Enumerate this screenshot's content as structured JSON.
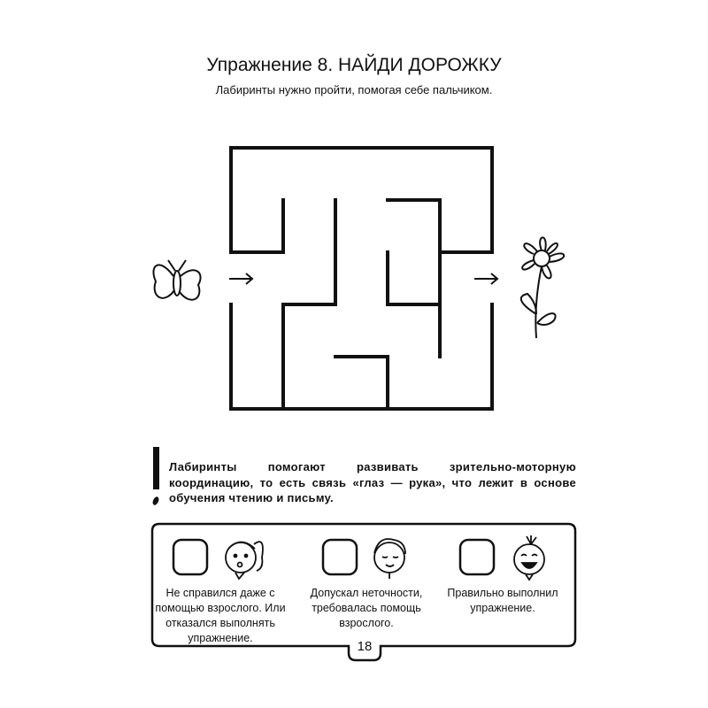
{
  "header": {
    "title": "Упражнение 8. НАЙДИ ДОРОЖКУ",
    "subtitle": "Лабиринты нужно пройти, помогая себе пальчиком."
  },
  "maze": {
    "start_icon": "butterfly",
    "finish_icon": "flower"
  },
  "note": {
    "text": "Лабиринты помогают развивать зрительно-моторную координацию, то есть связь «глаз — рука», что лежит в основе обучения чтению и письму."
  },
  "assessment": [
    {
      "face": "surprised-girl-face",
      "caption": "Не справился даже с помощью взрослого. Или отказался выполнять упражнение."
    },
    {
      "face": "calm-boy-face",
      "caption": "Допускал неточности, требовалась помощь взрослого."
    },
    {
      "face": "smiling-girl-face",
      "caption": "Правильно выполнил упражнение."
    }
  ],
  "page_number": "18"
}
